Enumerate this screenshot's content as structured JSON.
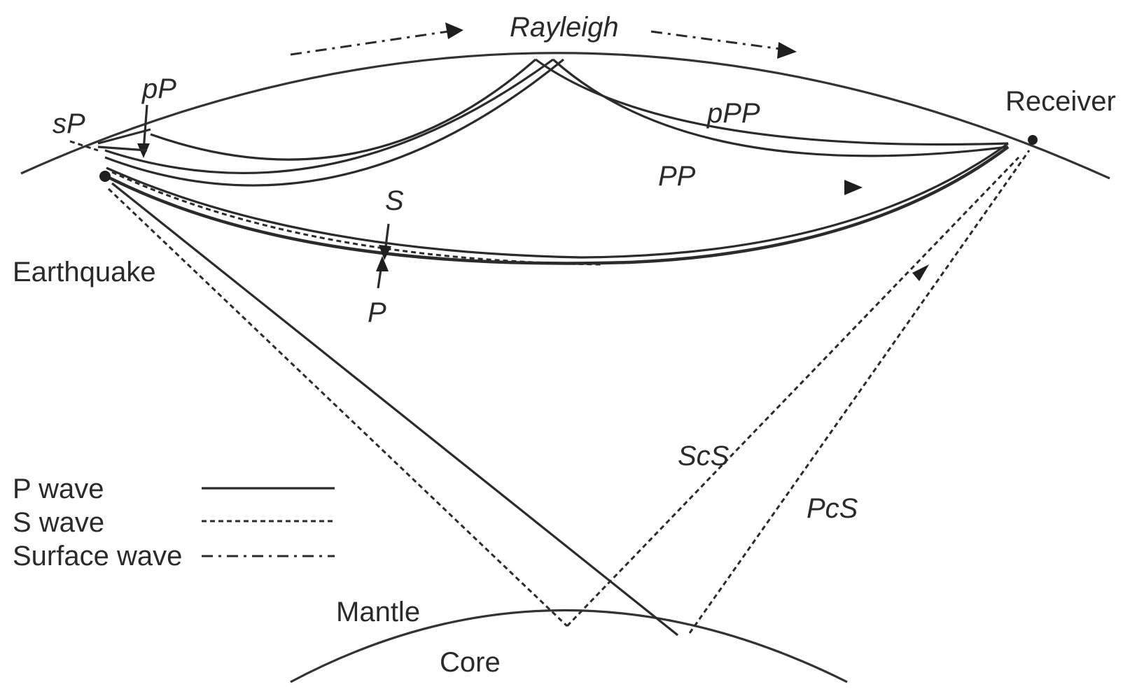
{
  "labels": {
    "rayleigh": "Rayleigh",
    "receiver": "Receiver",
    "earthquake": "Earthquake",
    "sP": "sP",
    "pP": "pP",
    "pPP": "pPP",
    "PP": "PP",
    "S": "S",
    "P": "P",
    "ScS": "ScS",
    "PcS": "PcS",
    "mantle": "Mantle",
    "core": "Core"
  },
  "legend": [
    {
      "label": "P wave",
      "style": "solid"
    },
    {
      "label": "S wave",
      "style": "dotted"
    },
    {
      "label": "Surface wave",
      "style": "dash-dot"
    }
  ],
  "colors": {
    "ink": "#2b2b2b",
    "background": "#ffffff"
  }
}
